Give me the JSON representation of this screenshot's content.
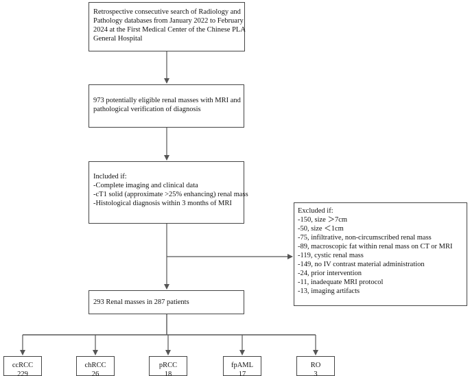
{
  "boxes": {
    "search": {
      "lines": [
        "Retrospective consecutive search of Radiology and",
        "Pathology databases from January 2022 to February",
        "2024 at the First Medical Center of the Chinese PLA",
        "General Hospital"
      ]
    },
    "eligible": {
      "lines": [
        "973 potentially eligible renal masses with MRI and",
        "pathological verification of diagnosis"
      ]
    },
    "included": {
      "heading": "Included if:",
      "criteria": [
        "-Complete imaging and clinical data",
        "-cT1 solid (approximate >25% enhancing) renal mass",
        "-Histological diagnosis within 3 months of MRI"
      ]
    },
    "excluded": {
      "heading": "Excluded if:",
      "criteria": [
        "-150, size ＞7cm",
        "-50, size ＜1cm",
        "-75, infiltrative, non-circumscribed renal mass",
        "-89, macroscopic fat within renal mass on CT or MRI",
        "-119, cystic renal mass",
        "-149, no IV contrast material administration",
        "-24, prior intervention",
        "-11, inadequate MRI protocol",
        "-13, imaging artifacts"
      ]
    },
    "final": {
      "text": "293 Renal masses in 287 patients"
    }
  },
  "outcomes": [
    {
      "label": "ccRCC",
      "count": "229"
    },
    {
      "label": "chRCC",
      "count": "26"
    },
    {
      "label": "pRCC",
      "count": "18"
    },
    {
      "label": "fpAML",
      "count": "17"
    },
    {
      "label": "RO",
      "count": "3"
    }
  ],
  "colors": {
    "border": "#444444",
    "line": "#555555",
    "text": "#111111"
  }
}
